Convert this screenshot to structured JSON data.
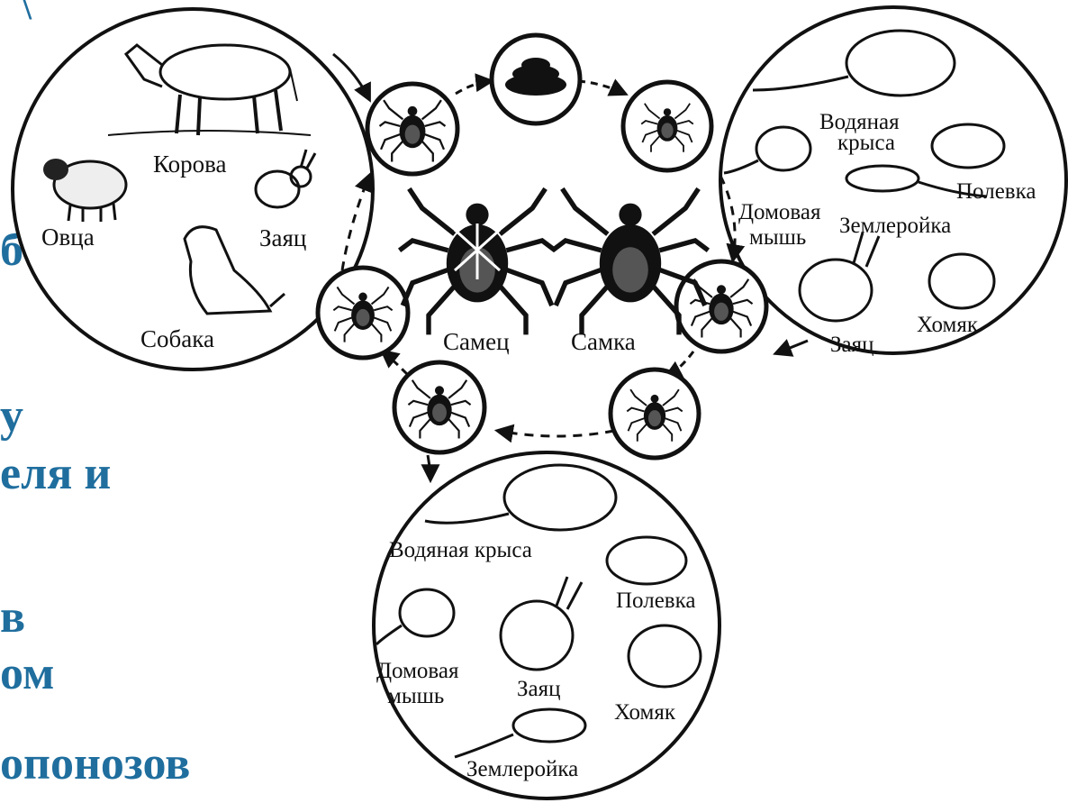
{
  "colors": {
    "background_text": "#1f6e9e",
    "ink": "#111111"
  },
  "background_text": {
    "line1": "бъектов,",
    "line2": "у",
    "line3": "еля и",
    "line4": "в",
    "line5": "ом",
    "line6": "опонозов",
    "corner_glyph": "\\"
  },
  "hosts_large": {
    "cow": "Корова",
    "sheep": "Овца",
    "hare": "Заяц",
    "dog": "Собака"
  },
  "center": {
    "male": "Самец",
    "female": "Самка"
  },
  "hosts_small_right": {
    "water_rat_1": "Водяная",
    "water_rat_2": "крыса",
    "vole": "Полевка",
    "house_mouse_1": "Домовая",
    "house_mouse_2": "мышь",
    "shrew": "Землеройка",
    "hare": "Заяц",
    "hamster": "Хомяк"
  },
  "hosts_small_bottom": {
    "water_rat": "Водяная крыса",
    "vole": "Полевка",
    "house_mouse_1": "Домовая",
    "house_mouse_2": "мышь",
    "hare": "Заяц",
    "hamster": "Хомяк",
    "shrew": "Землеройка"
  },
  "icons": {
    "stage_eggs": "eggs-icon",
    "stage_engorged": "engorged-tick-icon",
    "stage_larva": "larva-icon",
    "stage_nymph": "nymph-icon",
    "adult_male": "male-tick-icon",
    "adult_female": "female-tick-icon",
    "animals": [
      "cow-icon",
      "sheep-icon",
      "rabbit-icon",
      "dog-icon",
      "rat-icon",
      "vole-icon",
      "mouse-icon",
      "shrew-icon",
      "hamster-icon"
    ]
  }
}
